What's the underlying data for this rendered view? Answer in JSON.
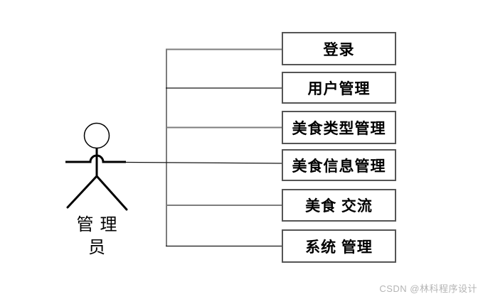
{
  "diagram": {
    "type": "use-case-diagram",
    "actor": {
      "label_line1": "管理",
      "label_line2": "员"
    },
    "usecases": [
      {
        "label": "登录"
      },
      {
        "label": "用户管理"
      },
      {
        "label": "美食类型管理"
      },
      {
        "label": "美食信息管理"
      },
      {
        "label": "美食 交流"
      },
      {
        "label": "系统 管理"
      }
    ]
  },
  "watermark": {
    "text": "CSDN @林科程序设计"
  },
  "colors": {
    "background": "#ffffff",
    "line_gray": "#7d7d7d",
    "line_dark": "#161616",
    "box_border": "#555555",
    "text": "#000000",
    "actor": "#000000",
    "watermark": "#b4b4b4"
  }
}
